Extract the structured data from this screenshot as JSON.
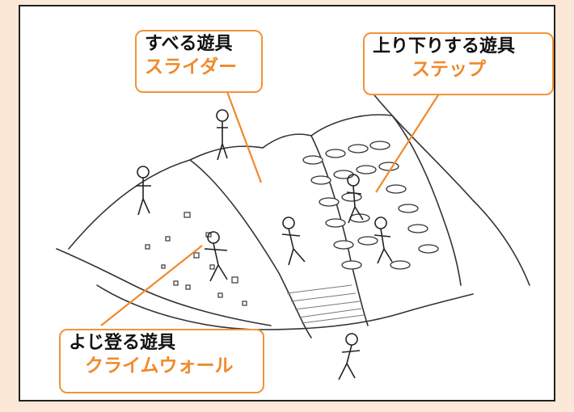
{
  "callouts": {
    "slide": {
      "title": "すべる遊具",
      "name": "スライダー"
    },
    "step": {
      "title": "上り下りする遊具",
      "name": "ステップ"
    },
    "climb": {
      "title": "よじ登る遊具",
      "name": "クライムウォール"
    }
  },
  "colors": {
    "background": "#fbe8d6",
    "accent": "#ef8a2b",
    "ink": "#111111"
  }
}
